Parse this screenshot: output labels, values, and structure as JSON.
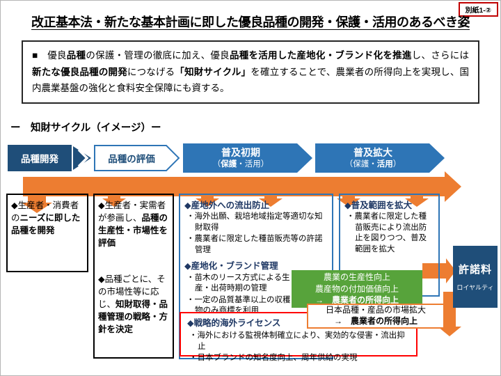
{
  "tag": "別紙1-②",
  "title": "改正基本法・新たな基本計画に即した優良品種の開発・保護・活用のあるべき姿",
  "summary": {
    "segments": [
      {
        "t": "■　優良",
        "b": false
      },
      {
        "t": "品種",
        "b": true
      },
      {
        "t": "の保護・管理の徹底に加え、優良",
        "b": false
      },
      {
        "t": "品種を活用した産地化・ブランド化を推進",
        "b": true
      },
      {
        "t": "し、さらには",
        "b": false
      },
      {
        "t": "新たな優良品種の開発",
        "b": true
      },
      {
        "t": "につなげる",
        "b": false
      },
      {
        "t": "「知財サイクル」",
        "b": true
      },
      {
        "t": "を確立することで、農業者の所得向上を実現し、国内農業基盤の強化と食料安全保障にも資する。",
        "b": false
      }
    ]
  },
  "section_label": "ー　知財サイクル（イメージ）ー",
  "flow": {
    "step1": "品種開発",
    "step2": "品種の評価",
    "step3": {
      "line1": "普及初期",
      "line2": [
        {
          "t": "（",
          "b": false
        },
        {
          "t": "保護",
          "b": true
        },
        {
          "t": "・活用）",
          "b": false
        }
      ]
    },
    "step4": {
      "line1": "普及拡大",
      "line2": [
        {
          "t": "（保護・",
          "b": false
        },
        {
          "t": "活用",
          "b": true
        },
        {
          "t": "）",
          "b": false
        }
      ]
    }
  },
  "boxes": {
    "develop": {
      "segments": [
        {
          "t": "◆生産者・消費者の",
          "b": false
        },
        {
          "t": "ニーズに即した品種を開発",
          "b": true
        }
      ]
    },
    "evaluate": {
      "para1": [
        {
          "t": "◆生産者・実需者が参画し、",
          "b": false
        },
        {
          "t": "品種の生産性・市場性を評価",
          "b": true
        }
      ],
      "para2": [
        {
          "t": "◆品種ごとに、その市場性等に応じ、",
          "b": false
        },
        {
          "t": "知財取得・品種管理の戦略・方針を決定",
          "b": true
        }
      ]
    },
    "protect": {
      "header1": "◆産地外への流出防止",
      "bullets1": [
        "・海外出願、栽培地域指定等適切な知財取得",
        "・農業者に限定した種苗販売等の許諾管理"
      ],
      "header2": "◆産地化・ブランド管理",
      "bullets2": [
        "・苗木のリース方式による生産・出荷時期の管理",
        "・一定の品質基準以上の収穫物のみ商標を利用"
      ]
    },
    "expand": {
      "header": "◆普及範囲を拡大",
      "bullets": [
        "・農業者に限定した種苗販売により流出防止を図りつつ、普及範囲を拡大"
      ]
    },
    "green": {
      "line1": "農業の生産性向上",
      "line2": "農産物の付加価値向上",
      "line3": [
        {
          "t": "→　",
          "b": false
        },
        {
          "t": "農業者の所得向上",
          "b": true
        }
      ]
    },
    "market": {
      "line1": "日本品種・産品の市場拡大",
      "line2": [
        {
          "t": "→　",
          "b": false
        },
        {
          "t": "農業者の所得向上",
          "b": true
        }
      ]
    },
    "license": {
      "header": "◆戦略的海外ライセンス",
      "bullets": [
        "・海外における監視体制確立により、実効的な侵害・流出抑止",
        "・日本ブランドの知名度向上、周年供給の実現"
      ]
    },
    "royalty": {
      "line1": "許諾料",
      "line2": "ロイヤルティ"
    }
  },
  "colors": {
    "navy": "#1F4E79",
    "blue": "#2E75B6",
    "orange": "#ED7D31",
    "green": "#57A33B",
    "red": "#FF0000",
    "tag_border": "#C00000",
    "header_text": "#1F3864"
  }
}
